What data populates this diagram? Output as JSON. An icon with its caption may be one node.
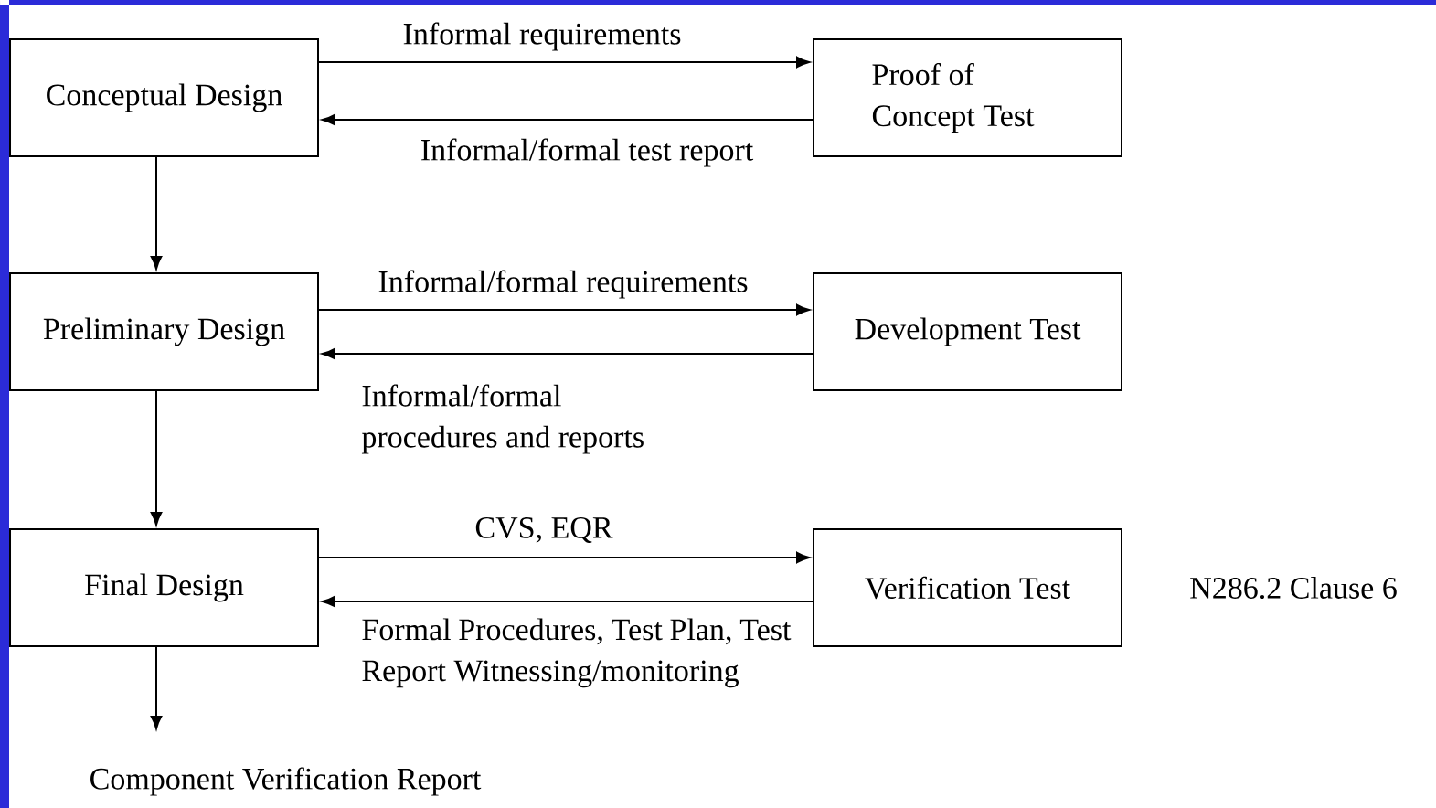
{
  "diagram": {
    "nodes": [
      {
        "text": [
          "Conceptual Design"
        ]
      },
      {
        "text": [
          "Proof of Concept Test"
        ]
      },
      {
        "text": [
          "Preliminary Design"
        ]
      },
      {
        "text": [
          "Development Test"
        ]
      },
      {
        "text": [
          "Final Design"
        ]
      },
      {
        "text": [
          "Verification Test"
        ]
      },
      {
        "text": [
          "Component Verification Report"
        ]
      }
    ],
    "edges": [
      {
        "from": 0,
        "to": 1,
        "arrow": "to",
        "label": "Informal requirements"
      },
      {
        "from": 1,
        "to": 0,
        "arrow": "to",
        "label": "Informal/formal test report"
      },
      {
        "from": 0,
        "to": 2,
        "arrow": "to"
      },
      {
        "from": 2,
        "to": 3,
        "arrow": "to",
        "label": "Informal/formal requirements"
      },
      {
        "from": 3,
        "to": 2,
        "arrow": "to",
        "label": "Informal/formal procedures and reports"
      },
      {
        "from": 2,
        "to": 4,
        "arrow": "to"
      },
      {
        "from": 4,
        "to": 5,
        "arrow": "to",
        "label": "CVS, EQR"
      },
      {
        "from": 5,
        "to": 4,
        "arrow": "to",
        "label": "Formal Procedures, Test Plan, Test Report Witnessing/monitoring"
      },
      {
        "from": 4,
        "to": 6,
        "arrow": "to"
      }
    ],
    "labels": [
      "N286.2 Clause 6"
    ]
  }
}
